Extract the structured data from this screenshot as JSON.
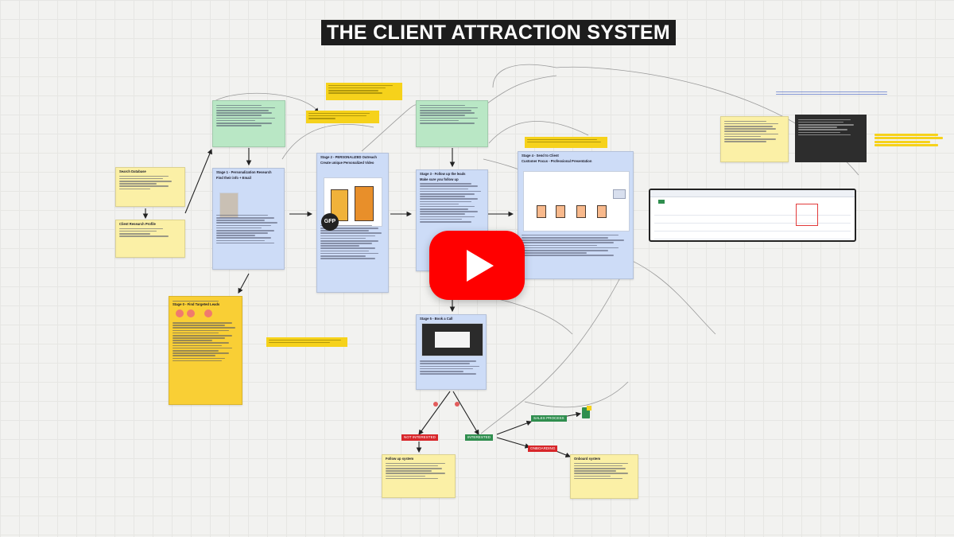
{
  "board": {
    "title": "THE CLIENT ATTRACTION SYSTEM"
  },
  "tags": {
    "not_interested": "NOT INTERESTED",
    "interested": "INTERESTED",
    "sales_process": "SALES PROCESS",
    "onboarding": "ONBOARDING"
  },
  "stages": {
    "stage1_title": "Stage 1 - Personalization Research",
    "stage1_sub": "Find their info + Email",
    "stage2_title": "Stage 2 - PERSONALIZED Outreach",
    "stage2_sub": "Create unique Personalized Video",
    "stage3_title": "Stage 3 - Follow up the leads",
    "stage3_sub": "Make sure you follow up",
    "stage4_title": "Stage 4 - Send to Client",
    "stage4_sub": "Customer Focus - Professional Presentation",
    "stage5_title": "Stage 5 - Book a Call",
    "lead_magnet_title": "Stage 0 - Find Targeted Leads",
    "not_interested_title": "Follow up system",
    "onboarding_title": "Onboard system"
  },
  "overlay": {
    "gfp_badge": "GFP"
  },
  "colors": {
    "blue_card": "#cddcf7",
    "green_card": "#b9e7c5",
    "yellow_card": "#fbf0a6",
    "gold_card": "#f9cf35",
    "highlight": "#f6d21b",
    "youtube_red": "#ff0000"
  }
}
